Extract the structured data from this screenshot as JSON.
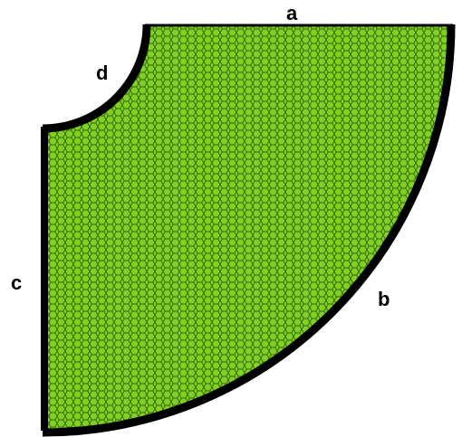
{
  "diagram": {
    "labels": {
      "a": "a",
      "b": "b",
      "c": "c",
      "d": "d"
    },
    "colors": {
      "mesh_fill": "#7ed321",
      "mesh_lines": "#3a5f12",
      "boundary": "#000000",
      "label": "#000000",
      "background": "#ffffff"
    }
  }
}
